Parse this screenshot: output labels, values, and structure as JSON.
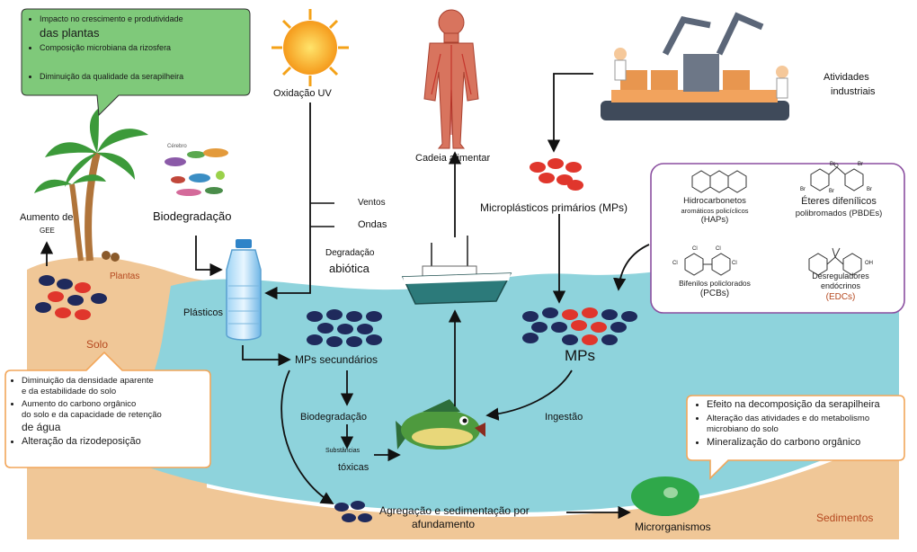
{
  "plants_callout": {
    "items": [
      "Impacto no crescimento e produtividade",
      "Composição microbiana da rizosfera",
      "Diminuição da qualidade da serapilheira"
    ],
    "continuation": "das plantas"
  },
  "uv_label": "Oxidação UV",
  "food_chain_label": "Cadeia alimentar",
  "industry_label": [
    "Atividades",
    "industriais"
  ],
  "ghg_label": [
    "Aumento de",
    "GEE"
  ],
  "biodeg_label": "Biodegradação",
  "winds_label": "Ventos",
  "waves_label": "Ondas",
  "abiotic_label": [
    "Degradação",
    "abiótica"
  ],
  "plants_label": "Plantas",
  "plastics_label": "Plásticos",
  "soil_label": "Solo",
  "primary_mps_label": "Microplásticos primários (MPs)",
  "secondary_mps_label": "MPs secundários",
  "mps_label": "MPs",
  "biodeg2_label": "Biodegradação",
  "toxic_label": [
    "Substâncias",
    "tóxicas"
  ],
  "ingestion_label": "Ingestão",
  "aggregation_label": [
    "Agregação e sedimentação por",
    "afundamento"
  ],
  "microorganisms_label": "Microrganismos",
  "sediments_label": "Sedimentos",
  "soil_callout": {
    "items": [
      {
        "lines": [
          "Diminuição da densidade aparente",
          "e da estabilidade do solo"
        ]
      },
      {
        "lines": [
          "Aumento do carbono orgânico",
          "do solo e da capacidade de retenção",
          "de água"
        ]
      },
      {
        "lines": [
          "Alteração da rizodeposição"
        ]
      }
    ]
  },
  "sediment_callout": {
    "items": [
      {
        "lines": [
          "Efeito na decomposição da serapilheira"
        ]
      },
      {
        "lines": [
          "Alteração das atividades e do metabolismo",
          "microbiano do solo"
        ]
      },
      {
        "lines": [
          "Mineralização do carbono orgânico"
        ]
      }
    ]
  },
  "chem_box": {
    "hap": [
      "Hidrocarbonetos",
      "aromáticos policíclicos",
      "(HAPs)"
    ],
    "pbde": [
      "Éteres difenílicos",
      "polibromados (PBDEs)"
    ],
    "pcb": [
      "Bifenilos policlorados",
      "(PCBs)"
    ],
    "edc": [
      "Desreguladores",
      "endócrinos",
      "(EDCs)"
    ],
    "atom_br": "Br",
    "atom_cl": "Cl",
    "atom_o": "O",
    "atom_oh": "OH"
  },
  "microbe_label": "Cérebro",
  "colors": {
    "water": "#8ed3dc",
    "soil": "#f0c797",
    "mp_dark": "#1f2a5c",
    "mp_red": "#e0362c",
    "green_callout": "#7fc97a",
    "orange_border": "#f2a65a",
    "purple_border": "#8b4fa0"
  }
}
